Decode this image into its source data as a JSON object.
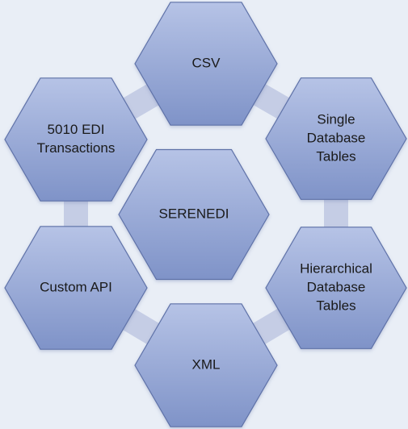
{
  "diagram": {
    "center": {
      "label": [
        "SERENEDI"
      ]
    },
    "nodes": [
      {
        "id": "csv",
        "label": [
          "CSV"
        ]
      },
      {
        "id": "single-db",
        "label": [
          "Single",
          "Database",
          "Tables"
        ]
      },
      {
        "id": "hier-db",
        "label": [
          "Hierarchical",
          "Database",
          "Tables"
        ]
      },
      {
        "id": "xml",
        "label": [
          "XML"
        ]
      },
      {
        "id": "custom-api",
        "label": [
          "Custom API"
        ]
      },
      {
        "id": "edi",
        "label": [
          "5010 EDI",
          "Transactions"
        ]
      }
    ],
    "colors": {
      "background": "#e9eef6",
      "hex_fill_top": "#b6c3e6",
      "hex_fill_bottom": "#7f93c8",
      "hex_stroke": "#5f72a8",
      "connector": "#c5cde5",
      "text": "#1a1a1a"
    }
  }
}
